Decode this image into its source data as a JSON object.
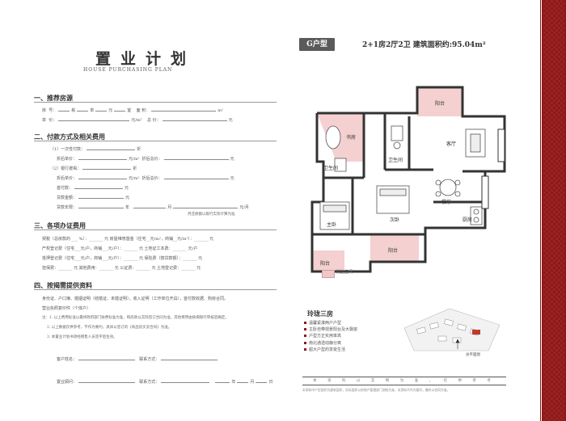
{
  "left": {
    "title": "置业计划",
    "subtitle": "HOUSE PURCHASING PLAN",
    "sections": [
      {
        "label": "一、推荐房源"
      },
      {
        "label": "二、付款方式及相关费用"
      },
      {
        "label": "三、各项办证费用"
      },
      {
        "label": "四、按揭需提供资料"
      }
    ],
    "house": {
      "row1": [
        "房",
        "号：",
        "栋",
        "单",
        "元",
        "室",
        "面",
        "积：",
        "m²"
      ],
      "row2": [
        "单",
        "价：",
        "元/m²",
        "总",
        "价：",
        "元"
      ]
    },
    "payment": {
      "once_label": "（1）一次性付款：",
      "once_unit": "折",
      "discount_price": "折后单价：",
      "unit_m2": "元/m²",
      "discount_total": "折后总价：",
      "yuan": "元",
      "loan_label": "（2）银行按揭：",
      "down_payment": "首付款：",
      "loan_amount": "贷款金额：",
      "loan_years": "年",
      "loan_month": "月",
      "monthly": "贷款年限：",
      "monthly_pay": "元/月",
      "fine_note": "月还款额以银行实际计算为准"
    },
    "fees": {
      "row1": "契税（总房款的 ___ %）：_______ 元   房屋维修基金（住宅__元/m²，商铺__元/m²）：_______ 元",
      "row2": "产权登记费（住宅___元/户，商铺___元/户）：_______ 元   土地证工本费：_______ 元/户",
      "row3": "抵押登记费（住宅___元/户，商铺___元/户）：_______ 元   保险费（按贷款额）：_______ 元",
      "row4": "担保费：_______ 元   其他费用：_______ 元   公证费：_______ 元   土地登记费：_______ 元"
    },
    "docs": {
      "line1": "身份证、户口簿、婚姻证明（结婚证、未婚证明），收入证明（工作单位开具），首付款收据、购房合同。",
      "line2": "营业执照复印件（个体户）",
      "note1": "注：1. 以上费用标准以最终政府部门收费标准为准，购房款以实际签订合同为准，其他费用由按揭银行审核后确定。",
      "note2": "2. 以上数据仅供参考，不作为要约，具体以签订的《商品房买卖合同》为准。",
      "note3": "3. 本置业计划书须经销售人员签字后生效。"
    },
    "signature": {
      "client": "客户姓名：",
      "contact": "联系方式：",
      "consultant": "置业顾问：",
      "contact2": "联系方式：",
      "year": "年",
      "month": "月",
      "day": "日"
    }
  },
  "right": {
    "badge": "G户型",
    "info": "2+1房2厅2卫   建筑面积约:95.04m²",
    "rooms": {
      "balcony_top": "阳台",
      "study": "书房",
      "living": "客厅",
      "bath1": "卫生间",
      "bath2": "卫生间",
      "kitchen": "厨房",
      "master": "主卧",
      "second": "次卧",
      "dining": "餐厅",
      "balcony_bottom": "阳台",
      "balcony_left": "阳台"
    },
    "legend": "赠送空间",
    "features_title": "玲珑三房",
    "features": [
      "温馨紧凑两户户型",
      "主卧自带观景阳台及大飘窗",
      "户型方正实用率高",
      "南北通透动静分离",
      "超大户型的享受生活"
    ],
    "map_label": "总平面图",
    "footer_bar": "本 资 料 以 实 物 为 准 ， 仅 供 参 考",
    "footer_note": "本资料中户型面积为建筑面积，实际面积以房地产管理部门测绘为准，本资料不作为要约，最终以合同为准。"
  },
  "colors": {
    "accent": "#8b1a1a",
    "gift_space": "#f0c8c8",
    "badge_bg": "#5a5a5a"
  }
}
